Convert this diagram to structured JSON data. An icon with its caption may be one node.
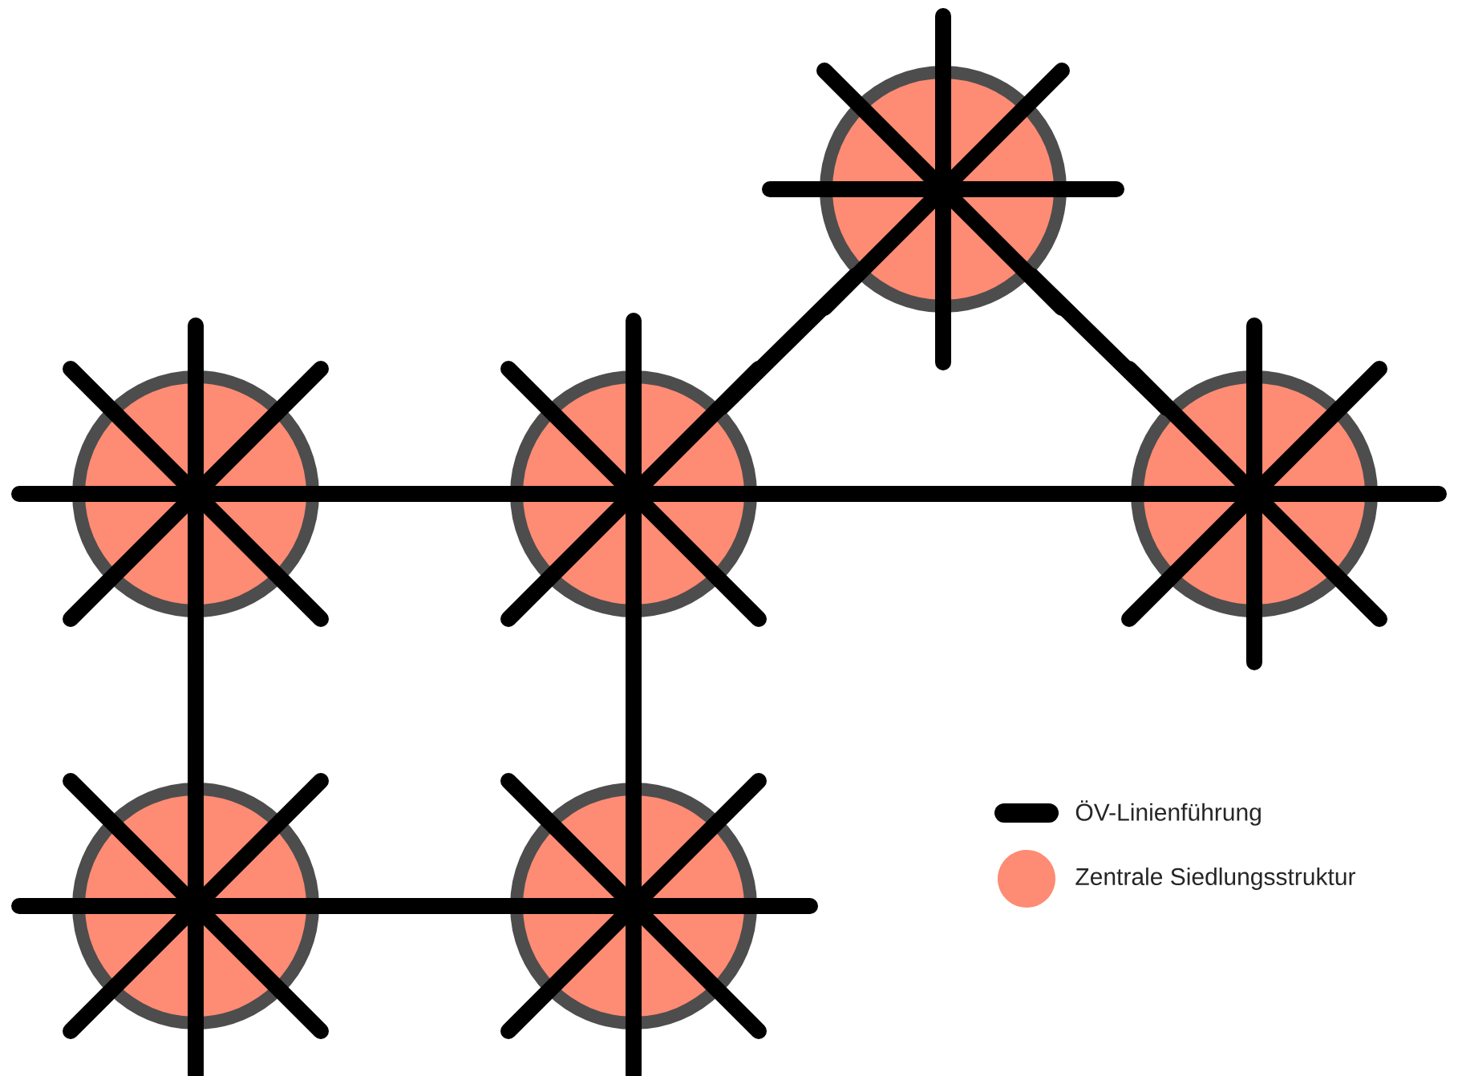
{
  "diagram": {
    "nodes": [
      {
        "text": [],
        "shape": "circle"
      },
      {
        "text": [],
        "shape": "circle"
      },
      {
        "text": [],
        "shape": "circle"
      },
      {
        "text": [],
        "shape": "circle"
      },
      {
        "text": [],
        "shape": "circle"
      },
      {
        "text": [],
        "shape": "circle"
      }
    ],
    "edges": [
      {
        "from": 1,
        "to": 2,
        "arrow": "none"
      },
      {
        "from": 2,
        "to": 0,
        "arrow": "none"
      },
      {
        "from": 0,
        "to": 3,
        "arrow": "none"
      },
      {
        "from": 2,
        "to": 3,
        "arrow": "none"
      },
      {
        "from": 1,
        "to": 4,
        "arrow": "none"
      },
      {
        "from": 2,
        "to": 5,
        "arrow": "none"
      },
      {
        "from": 4,
        "to": 5,
        "arrow": "none"
      }
    ],
    "legend": [
      {
        "text": "ÖV-Linienführung"
      },
      {
        "text": "Zentrale Siedlungsstruktur",
        "color": "#fe8b74"
      }
    ]
  }
}
